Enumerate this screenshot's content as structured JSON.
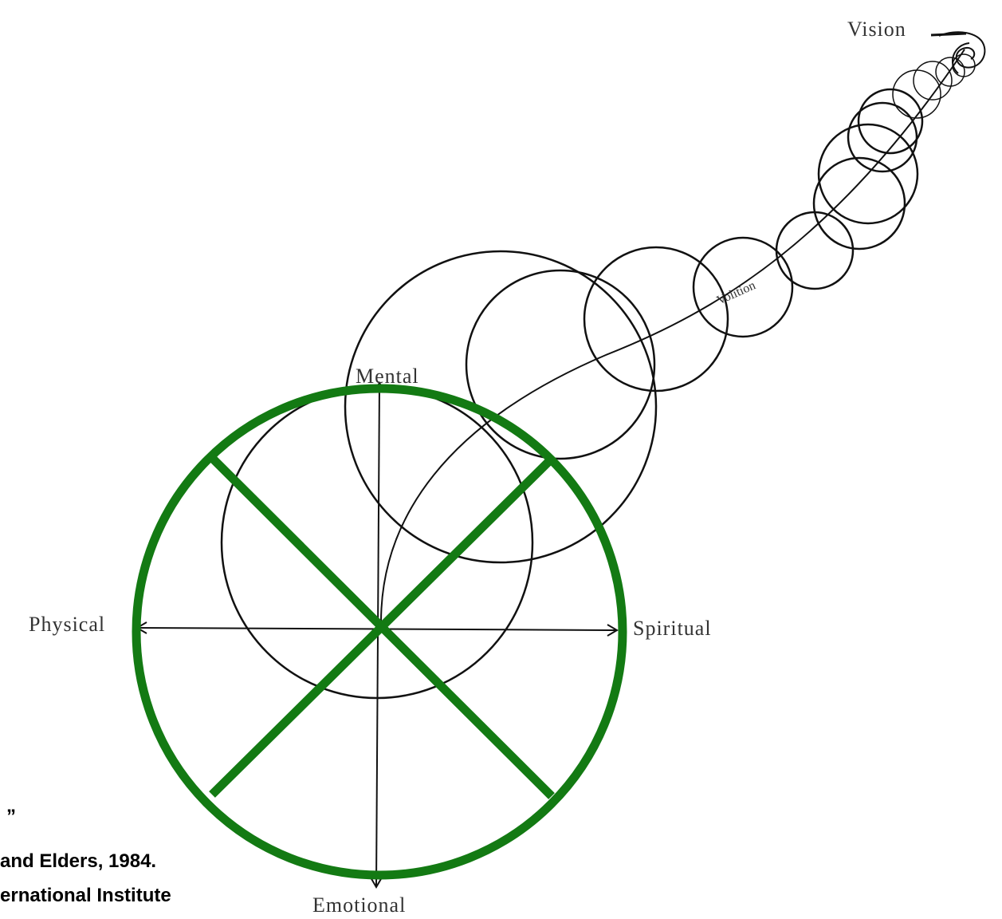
{
  "labels": {
    "vision": "Vision",
    "volition": "Volition",
    "mental": "Mental",
    "physical": "Physical",
    "spiritual": "Spiritual",
    "emotional": "Emotional"
  },
  "caption": {
    "line1": "”",
    "line2": "and Elders, 1984.",
    "line3": "ernational Institute"
  },
  "colors": {
    "ink": "#111111",
    "wheel": "#137a13",
    "background": "#ffffff"
  }
}
